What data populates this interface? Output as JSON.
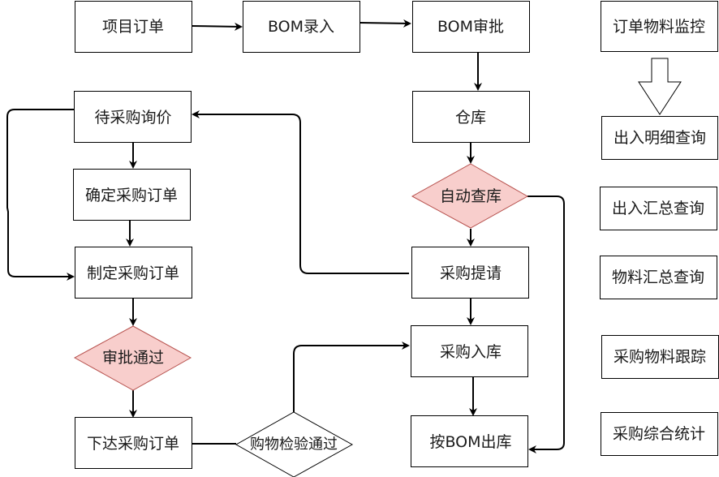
{
  "diagram": {
    "type": "flowchart",
    "nodes": {
      "project_order": "项目订单",
      "bom_entry": "BOM录入",
      "bom_approval": "BOM审批",
      "warehouse": "仓库",
      "auto_check_stock": "自动查库",
      "purchase_request": "采购提请",
      "purchase_inbound": "采购入库",
      "outbound_by_bom": "按BOM出库",
      "pending_inquiry": "待采购询价",
      "confirm_po": "确定采购订单",
      "create_po": "制定采购订单",
      "approval_passed": "审批通过",
      "issue_po": "下达采购订单",
      "inspection_passed": "购物检验通过"
    },
    "side_panel": {
      "monitor_title": "订单物料监控",
      "items": [
        "出入明细查询",
        "出入汇总查询",
        "物料汇总查询",
        "采购物料跟踪",
        "采购综合统计"
      ]
    },
    "edges": [
      {
        "from": "项目订单",
        "to": "BOM录入"
      },
      {
        "from": "BOM录入",
        "to": "BOM审批"
      },
      {
        "from": "BOM审批",
        "to": "仓库"
      },
      {
        "from": "仓库",
        "to": "自动查库"
      },
      {
        "from": "自动查库",
        "to": "采购提请"
      },
      {
        "from": "自动查库",
        "to": "按BOM出库"
      },
      {
        "from": "采购提请",
        "to": "待采购询价"
      },
      {
        "from": "采购提请",
        "to": "采购入库"
      },
      {
        "from": "待采购询价",
        "to": "确定采购订单"
      },
      {
        "from": "待采购询价",
        "to": "制定采购订单"
      },
      {
        "from": "确定采购订单",
        "to": "制定采购订单"
      },
      {
        "from": "制定采购订单",
        "to": "审批通过"
      },
      {
        "from": "审批通过",
        "to": "下达采购订单"
      },
      {
        "from": "下达采购订单",
        "to": "购物检验通过"
      },
      {
        "from": "购物检验通过",
        "to": "采购入库"
      },
      {
        "from": "采购入库",
        "to": "按BOM出库"
      },
      {
        "from": "订单物料监控",
        "to": "出入明细查询"
      }
    ],
    "colors": {
      "decision_fill": "#f8cecc",
      "decision_stroke": "#b85450",
      "stroke": "#000000"
    }
  }
}
